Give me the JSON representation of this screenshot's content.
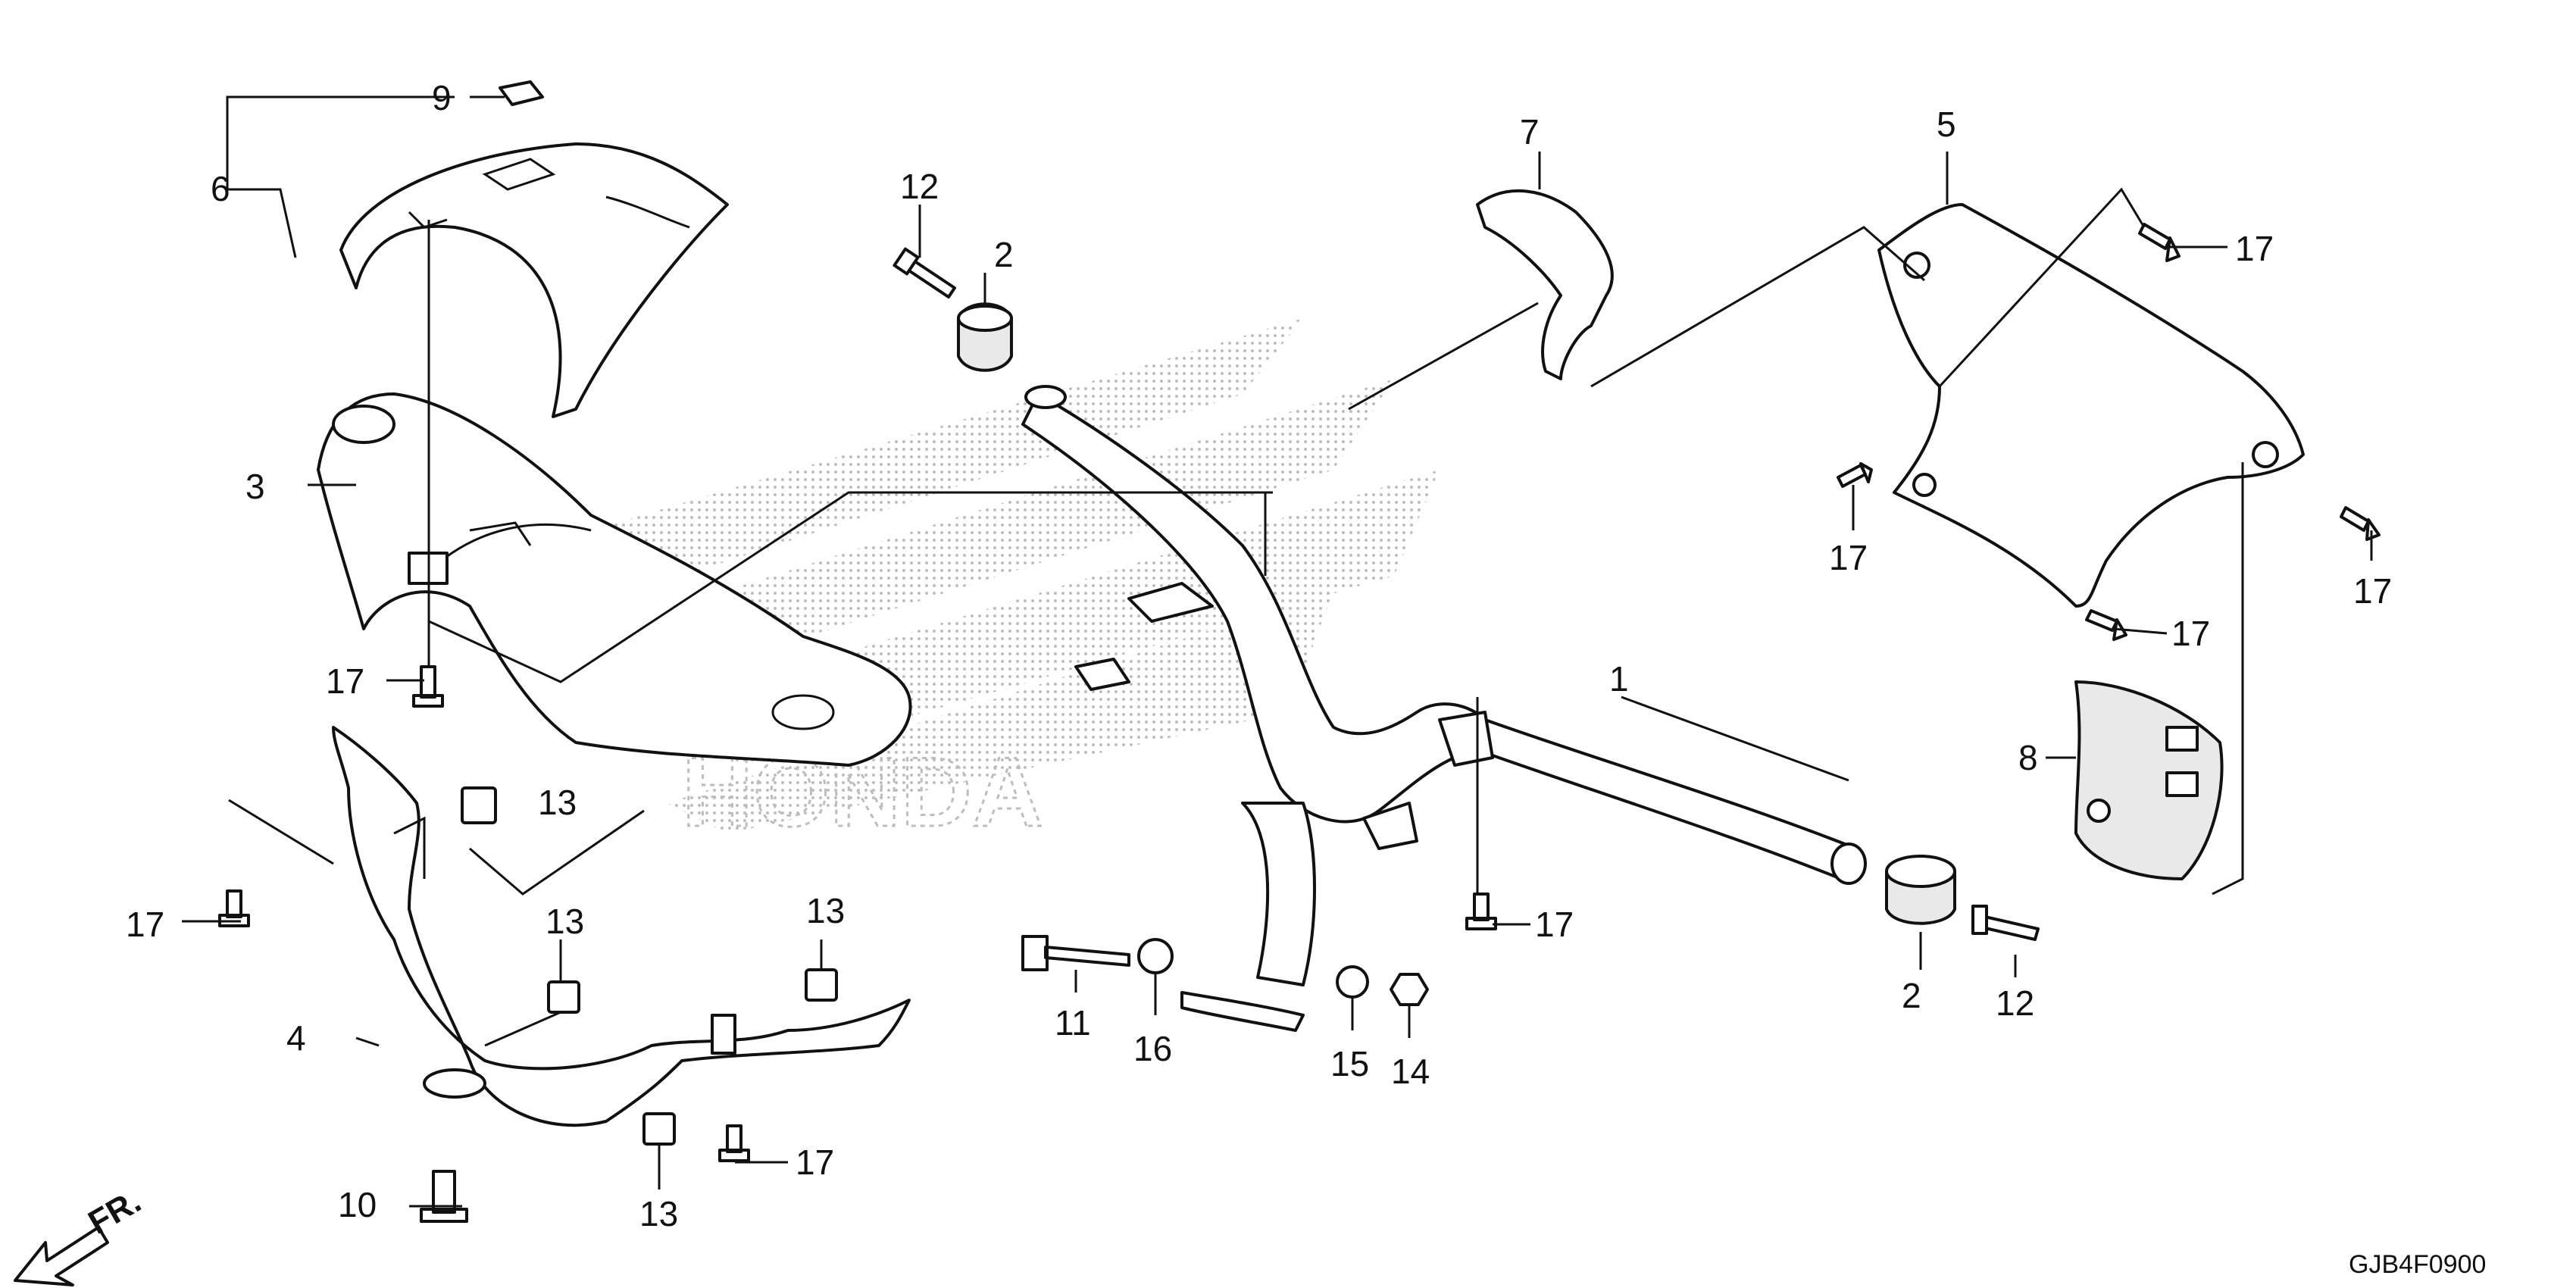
{
  "diagram_code": "GJB4F0900",
  "direction_marker": "FR.",
  "watermark_text": "HONDA",
  "callouts": {
    "c1": "1",
    "c2a": "2",
    "c2b": "2",
    "c3": "3",
    "c4": "4",
    "c5": "5",
    "c6": "6",
    "c7": "7",
    "c8": "8",
    "c9": "9",
    "c10": "10",
    "c11": "11",
    "c12a": "12",
    "c12b": "12",
    "c13a": "13",
    "c13b": "13",
    "c13c": "13",
    "c13d": "13",
    "c14": "14",
    "c15": "15",
    "c16": "16",
    "c17a": "17",
    "c17b": "17",
    "c17c": "17",
    "c17d": "17",
    "c17e": "17",
    "c17f": "17",
    "c17g": "17",
    "c17h": "17"
  },
  "colors": {
    "line": "#111111",
    "watermark": "#bdbdbd",
    "background": "#ffffff"
  }
}
